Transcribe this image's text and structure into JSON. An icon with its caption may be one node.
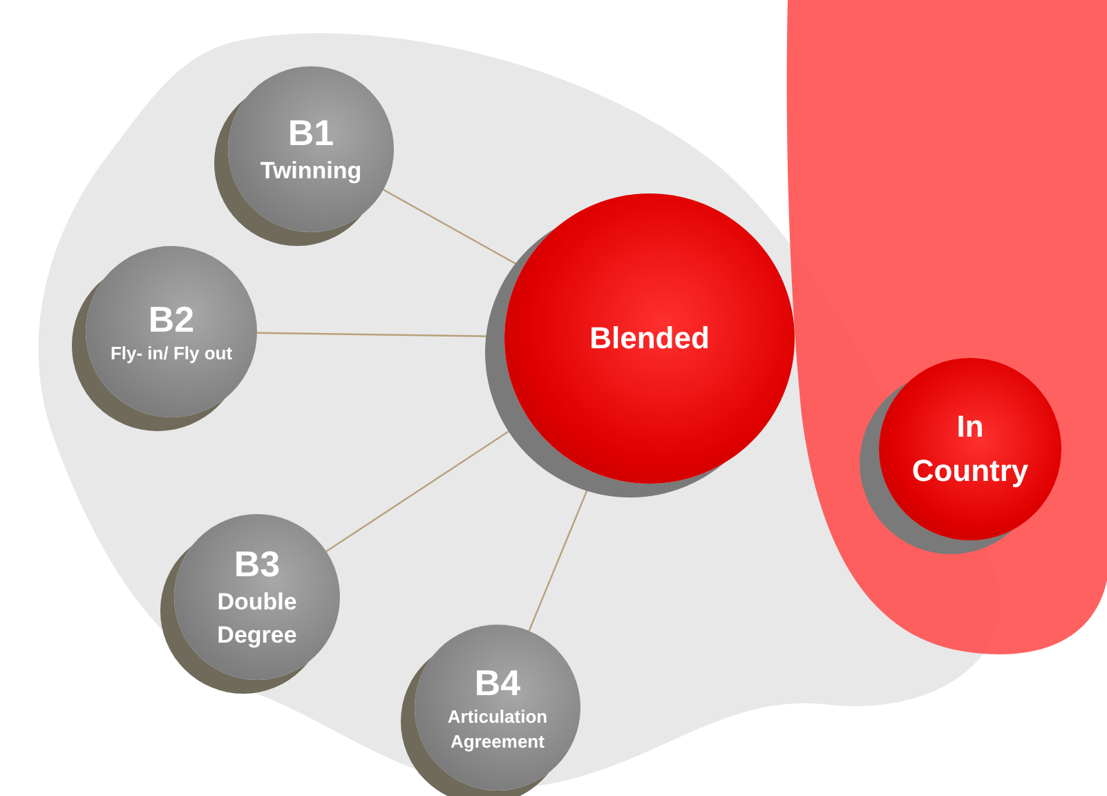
{
  "diagram": {
    "nodes": [
      {
        "text": [
          "B1",
          "Twinning"
        ]
      },
      {
        "text": [
          "B2",
          "Fly- in/ Fly out"
        ]
      },
      {
        "text": [
          "B3",
          "Double Degree"
        ]
      },
      {
        "text": [
          "B4",
          "Articulation Agreement"
        ]
      },
      {
        "text": [
          "Blended"
        ]
      },
      {
        "text": [
          "In Country"
        ]
      }
    ],
    "edges": [
      {
        "from": 0,
        "to": 4,
        "arrow": "none"
      },
      {
        "from": 1,
        "to": 4,
        "arrow": "none"
      },
      {
        "from": 2,
        "to": 4,
        "arrow": "none"
      },
      {
        "from": 3,
        "to": 4,
        "arrow": "none"
      }
    ]
  }
}
